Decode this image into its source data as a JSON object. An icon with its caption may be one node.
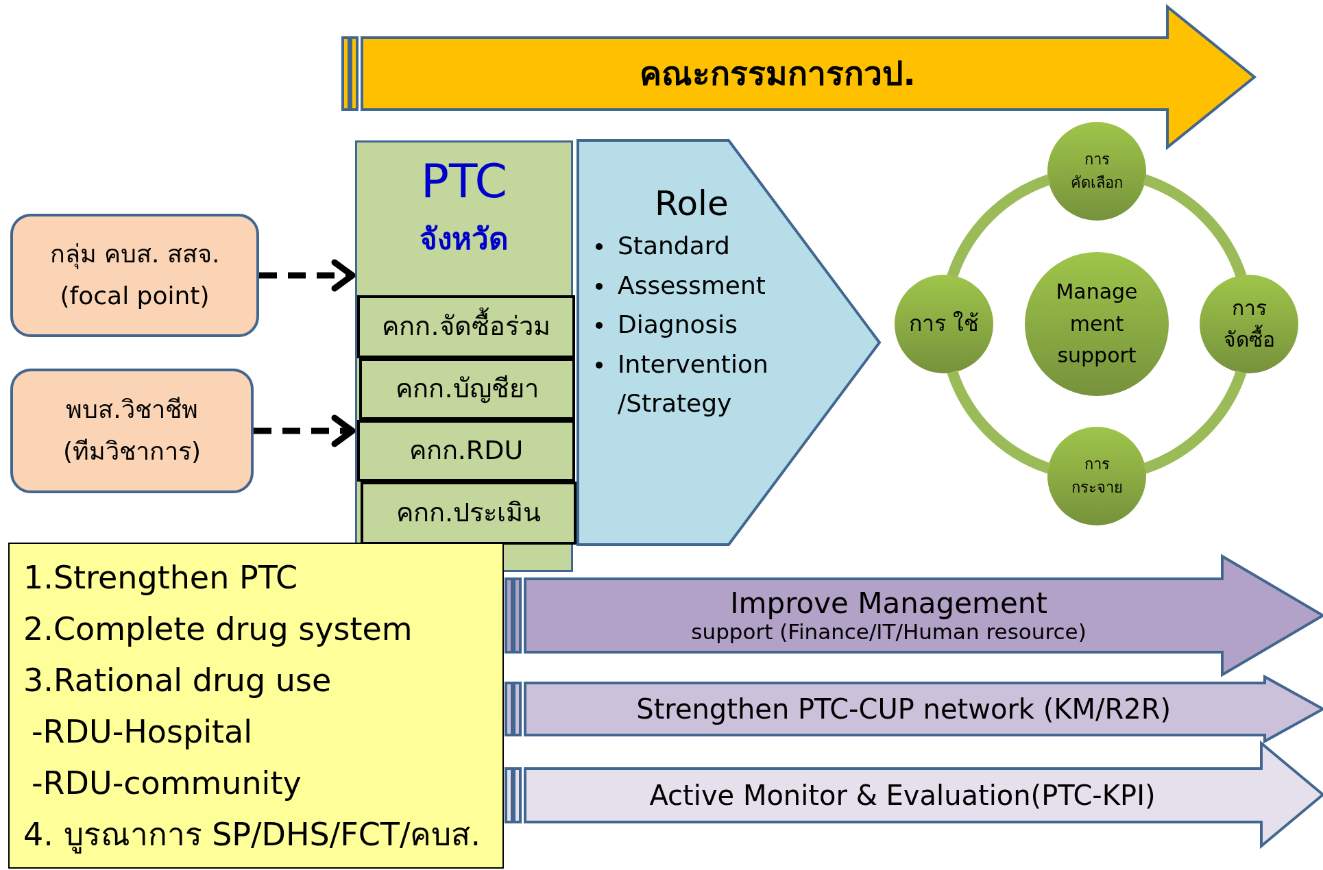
{
  "diagram": {
    "nodes": [
      {
        "text": [
          "คณะกรรมการกวป."
        ]
      },
      {
        "text": [
          "กลุ่ม คบส. สสจ.",
          "(focal point)"
        ]
      },
      {
        "text": [
          "พบส.วิชาชีพ",
          "(ทีมวิชาการ)"
        ]
      },
      {
        "text": [
          "PTC",
          "จังหวัด"
        ]
      },
      {
        "text": [
          "คกก.จัดซื้อร่วม"
        ],
        "in": 3
      },
      {
        "text": [
          "คกก.บัญชียา"
        ],
        "in": 3
      },
      {
        "text": [
          "คกก.RDU"
        ],
        "in": 3
      },
      {
        "text": [
          "คกก.ประเมิน"
        ],
        "in": 3
      },
      {
        "text": [
          "Role",
          "Standard",
          "Assessment",
          "Diagnosis",
          "Intervention /Strategy"
        ]
      },
      {
        "text": [
          "การ คัดเลือก"
        ]
      },
      {
        "text": [
          "การ ใช้"
        ]
      },
      {
        "text": [
          "Manage ment support"
        ]
      },
      {
        "text": [
          "การ จัดซื้อ"
        ]
      },
      {
        "text": [
          "การ กระจาย"
        ]
      },
      {
        "text": [
          "1.Strengthen PTC",
          "2.Complete drug system",
          "3.Rational drug use",
          "-RDU-Hospital",
          "-RDU-community",
          "4. บูรณาการ SP/DHS/FCT/คบส."
        ]
      },
      {
        "text": [
          "Improve Management",
          "support  (Finance/IT/Human resource)"
        ]
      },
      {
        "text": [
          "Strengthen PTC-CUP network (KM/R2R)"
        ]
      },
      {
        "text": [
          "Active Monitor & Evaluation(PTC-KPI)"
        ]
      }
    ],
    "edges": [
      {
        "from": 1,
        "to": 3,
        "arrow": "to",
        "style": "dashed",
        "color": "#000000"
      },
      {
        "from": 2,
        "to": 6,
        "arrow": "to",
        "style": "dashed",
        "color": "#000000"
      },
      {
        "from": 9,
        "to": 12,
        "arrow": "none"
      },
      {
        "from": 12,
        "to": 13,
        "arrow": "none"
      },
      {
        "from": 13,
        "to": 10,
        "arrow": "none"
      },
      {
        "from": 10,
        "to": 9,
        "arrow": "none"
      }
    ]
  }
}
